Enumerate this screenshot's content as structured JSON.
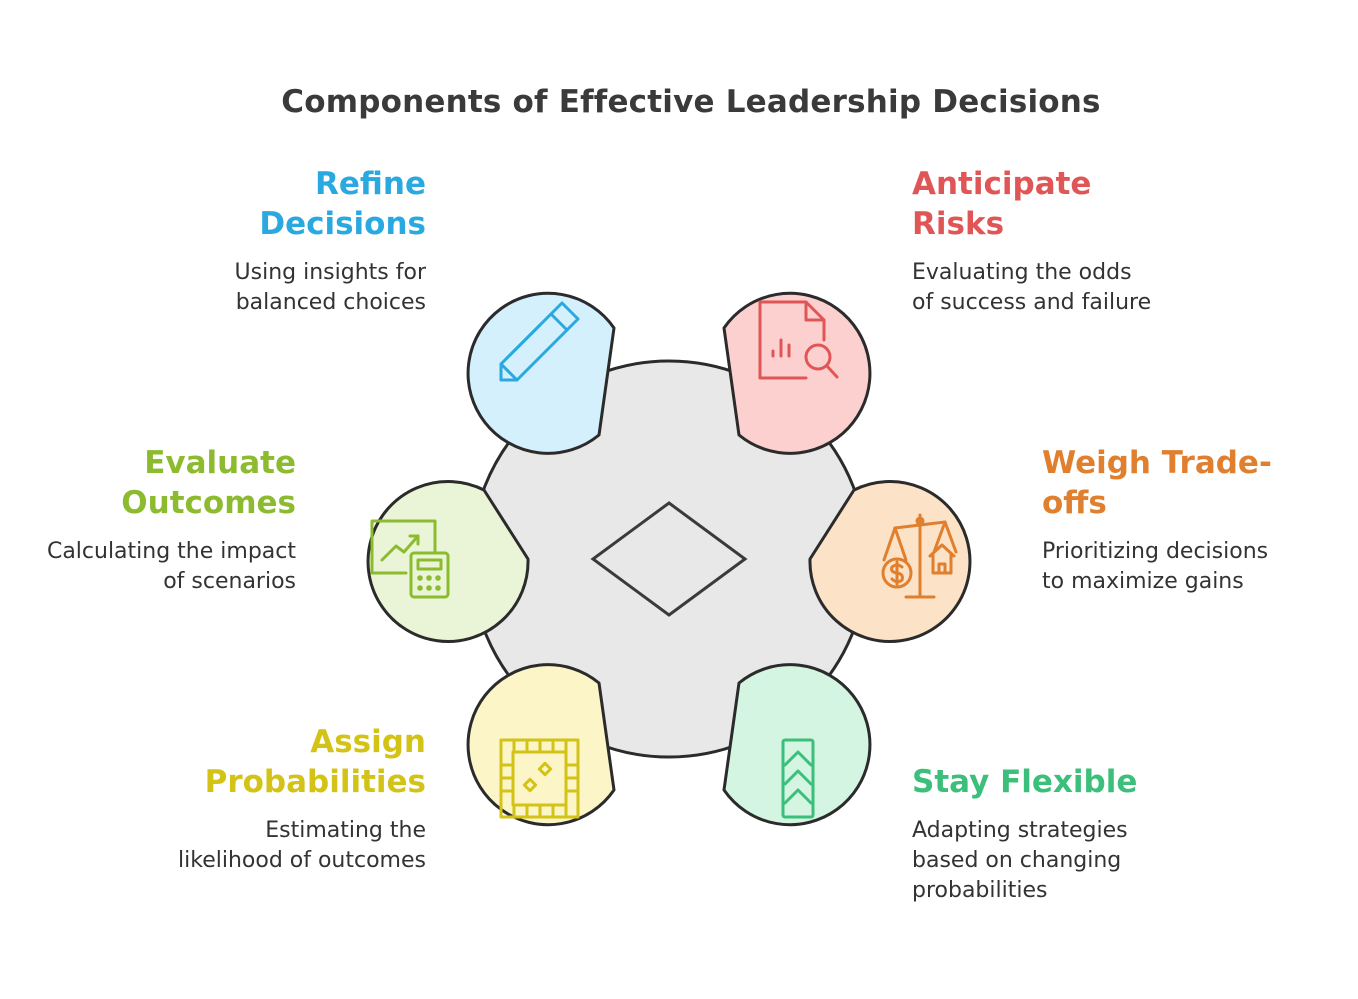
{
  "title": "Components of Effective Leadership Decisions",
  "colors": {
    "refine": "#29a9e0",
    "anticipate": "#e05656",
    "evaluate": "#8dbb2f",
    "weigh": "#e07f2e",
    "assign": "#d4c317",
    "flexible": "#3bbf7a",
    "hub": "#e8e8e8",
    "outline": "#2b2b2b"
  },
  "items": {
    "refine": {
      "heading": "Refine\nDecisions",
      "desc": "Using insights for\nbalanced choices",
      "icon": "pencil-icon"
    },
    "anticipate": {
      "heading": "Anticipate\nRisks",
      "desc": "Evaluating the odds\nof success and failure",
      "icon": "document-search-icon"
    },
    "evaluate": {
      "heading": "Evaluate\nOutcomes",
      "desc": "Calculating the impact\nof scenarios",
      "icon": "chart-calculator-icon"
    },
    "weigh": {
      "heading": "Weigh Trade-\noffs",
      "desc": "Prioritizing decisions\nto maximize gains",
      "icon": "scale-icon"
    },
    "assign": {
      "heading": "Assign\nProbabilities",
      "desc": "Estimating the\nlikelihood of outcomes",
      "icon": "board-game-icon"
    },
    "flexible": {
      "heading": "Stay Flexible",
      "desc": "Adapting strategies\nbased on changing\nprobabilities",
      "icon": "chevrons-up-icon"
    }
  }
}
